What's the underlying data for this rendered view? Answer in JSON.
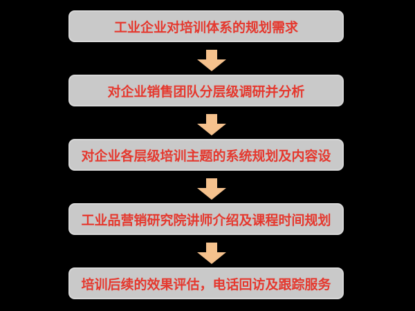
{
  "diagram": {
    "type": "flowchart-vertical",
    "steps": [
      {
        "label": "工业企业对培训体系的规划需求"
      },
      {
        "label": "对企业销售团队分层级调研并分析"
      },
      {
        "label": "对企业各层级培训主题的系统规划及内容设"
      },
      {
        "label": "工业品营销研究院讲师介绍及课程时间规划"
      },
      {
        "label": "培训后续的效果评估，电话回访及跟踪服务"
      }
    ],
    "connector": "arrow-down"
  },
  "colors": {
    "background": "#000000",
    "box_fill": "#c9c9c9",
    "box_border": "#d8d8d8",
    "step_text": "#e5382e",
    "arrow_fill": "#f5c18d"
  }
}
